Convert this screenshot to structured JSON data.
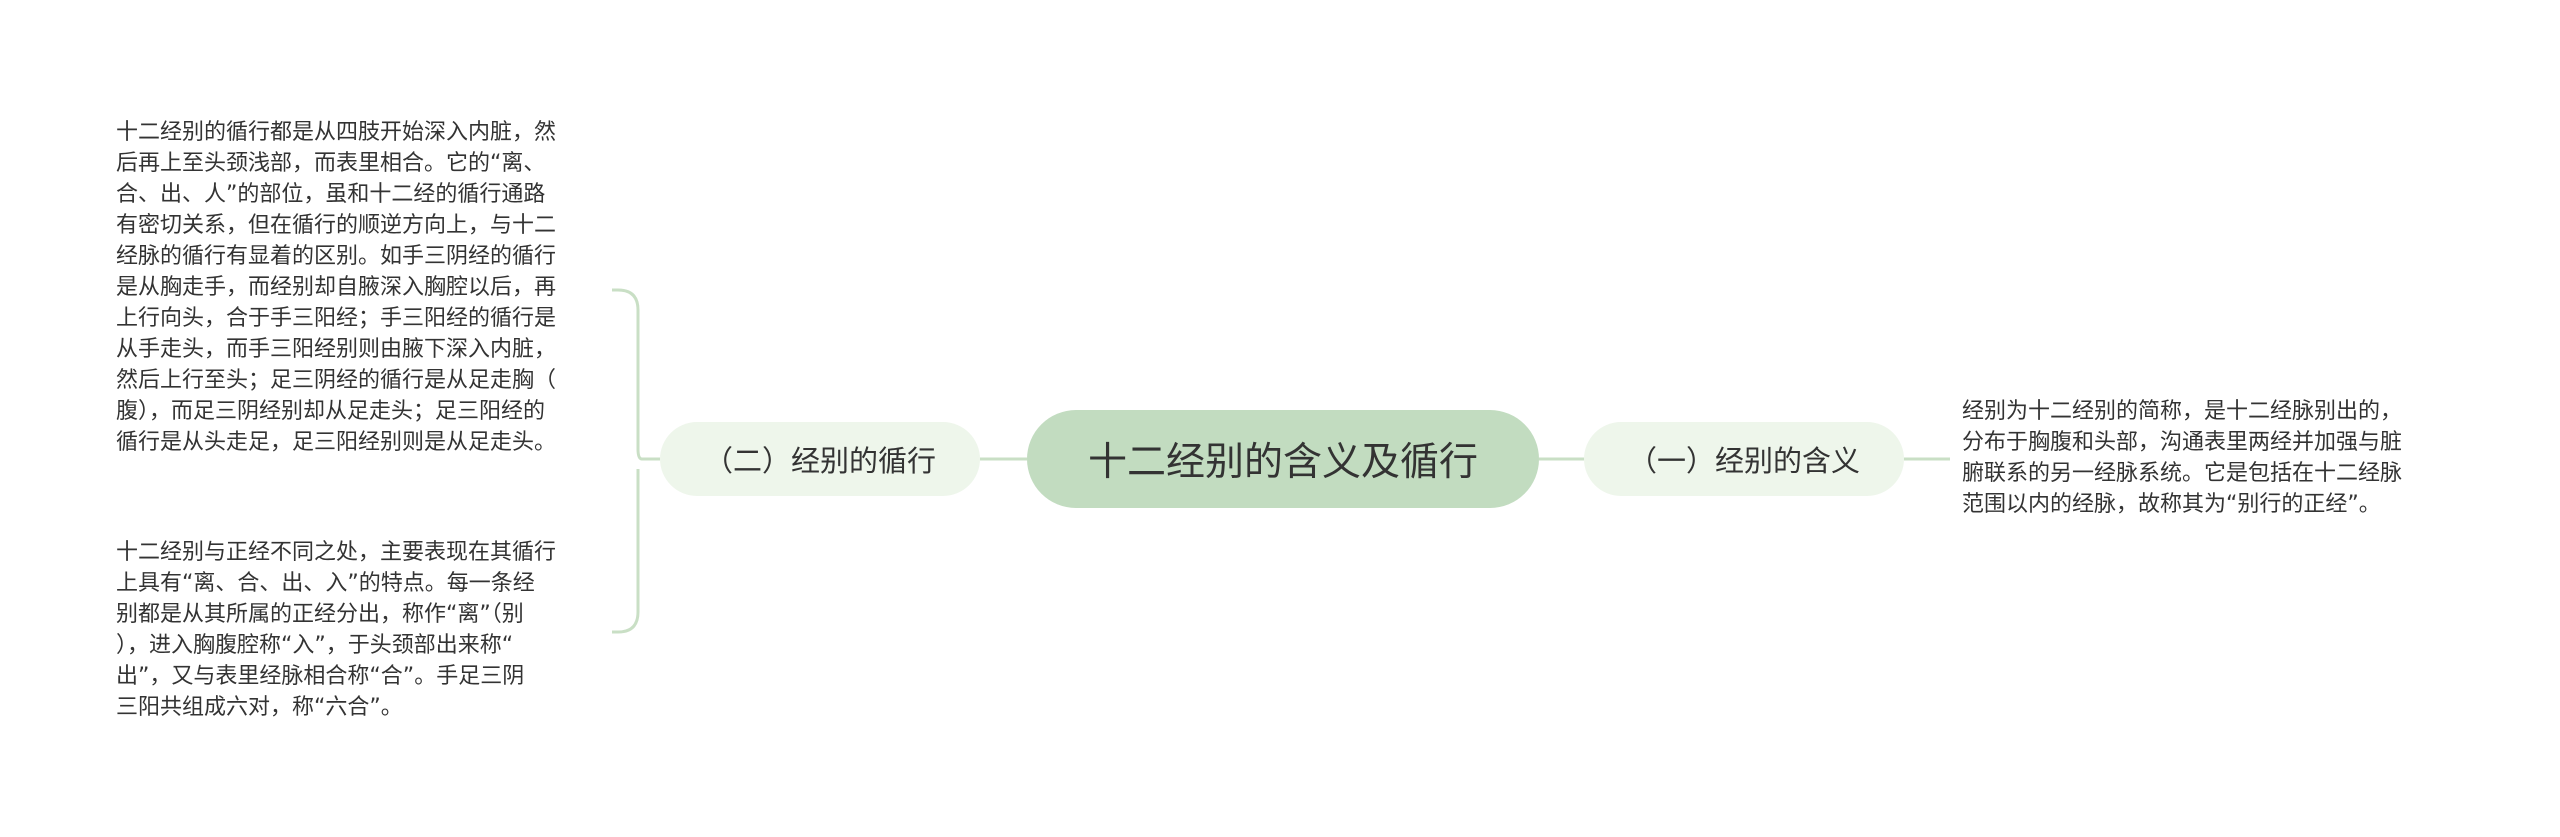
{
  "mindmap": {
    "central_topic": "十二经别的含义及循行",
    "left_branch": {
      "title": "（二）经别的循行",
      "notes": [
        "十二经别的循行都是从四肢开始深入内脏，然\n后再上至头颈浅部，而表里相合。它的“离、\n合、出、人”的部位，虽和十二经的循行通路\n有密切关系，但在循行的顺逆方向上，与十二\n经脉的循行有显着的区别。如手三阴经的循行\n是从胸走手，而经别却自腋深入胸腔以后，再\n上行向头，合于手三阳经；手三阳经的循行是\n从手走头，而手三阳经别则由腋下深入内脏，\n然后上行至头；足三阴经的循行是从足走胸（\n腹），而足三阴经别却从足走头；足三阳经的\n循行是从头走足，足三阳经别则是从足走头。",
        "十二经别与正经不同之处，主要表现在其循行\n上具有“离、合、出、入”的特点。每一条经\n别都是从其所属的正经分出，称作“离”（别\n），进入胸腹腔称“入”，于头颈部出来称“\n出”，又与表里经脉相合称“合”。手足三阴\n三阳共组成六对，称“六合”。"
      ]
    },
    "right_branch": {
      "title": "（一）经别的含义",
      "notes": [
        "经别为十二经别的简称，是十二经脉别出的，\n分布于胸腹和头部，沟通表里两经并加强与脏\n腑联系的另一经脉系统。它是包括在十二经脉\n范围以内的经脉，故称其为“别行的正经”。"
      ]
    },
    "colors": {
      "central_fill": "#c2dcc0",
      "topic_fill": "#eef6eb",
      "connector": "#c9dfc5",
      "text": "#333333"
    }
  }
}
